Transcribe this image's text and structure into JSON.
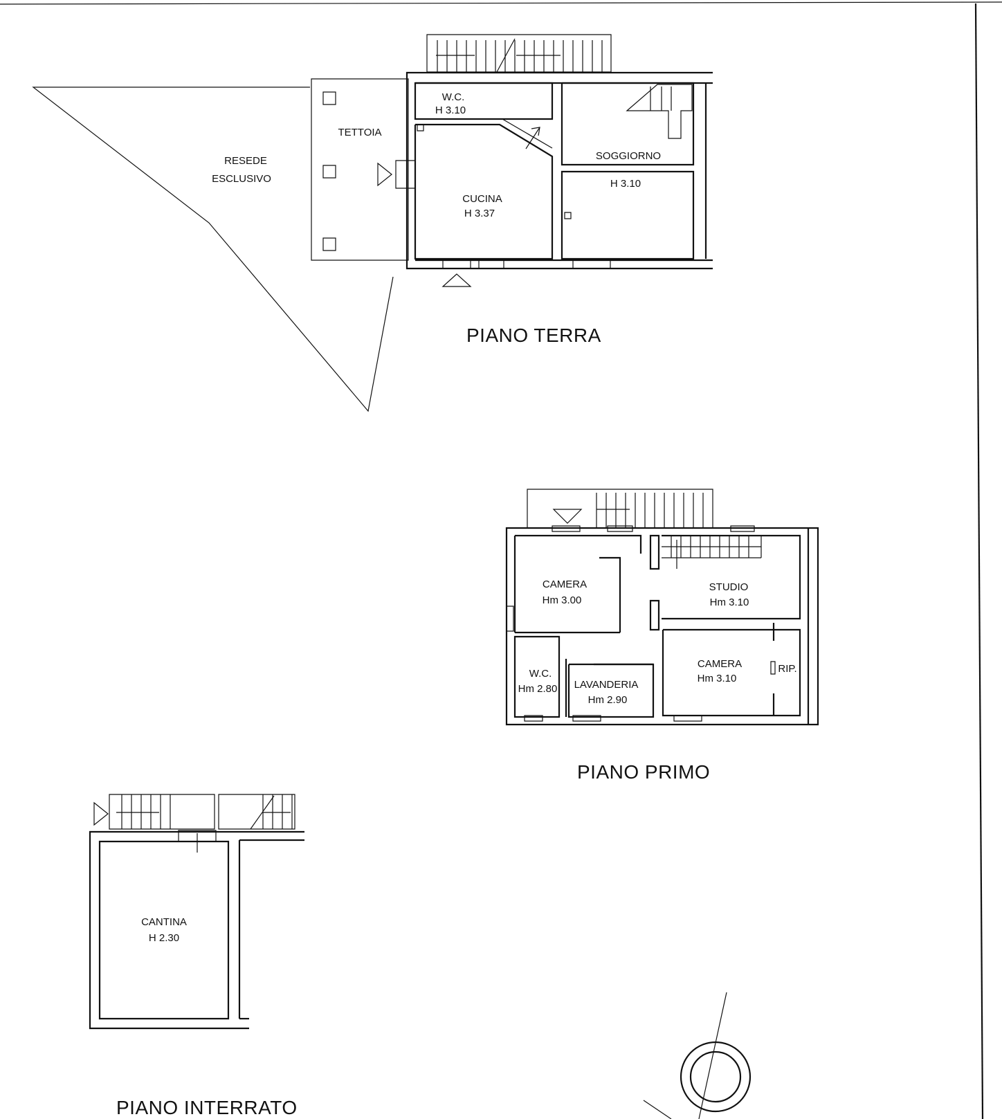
{
  "labels": {
    "resede": "RESEDE",
    "esclusivo": "ESCLUSIVO",
    "tettoia": "TETTOIA",
    "wc_terra": "W.C.",
    "wc_terra_h": "H 3.10",
    "soggiorno": "SOGGIORNO",
    "soggiorno_h": "H 3.10",
    "cucina": "CUCINA",
    "cucina_h": "H 3.37",
    "camera1": "CAMERA",
    "camera1_h": "Hm 3.00",
    "studio": "STUDIO",
    "studio_h": "Hm 3.10",
    "wc_primo": "W.C.",
    "wc_primo_h": "Hm 2.80",
    "lavanderia": "LAVANDERIA",
    "lavanderia_h": "Hm 2.90",
    "camera2": "CAMERA",
    "camera2_h": "Hm 3.10",
    "rip": "RIP.",
    "cantina": "CANTINA",
    "cantina_h": "H 2.30"
  },
  "titles": {
    "piano_terra": "PIANO TERRA",
    "piano_primo": "PIANO PRIMO",
    "piano_interrato": "PIANO INTERRATO"
  }
}
